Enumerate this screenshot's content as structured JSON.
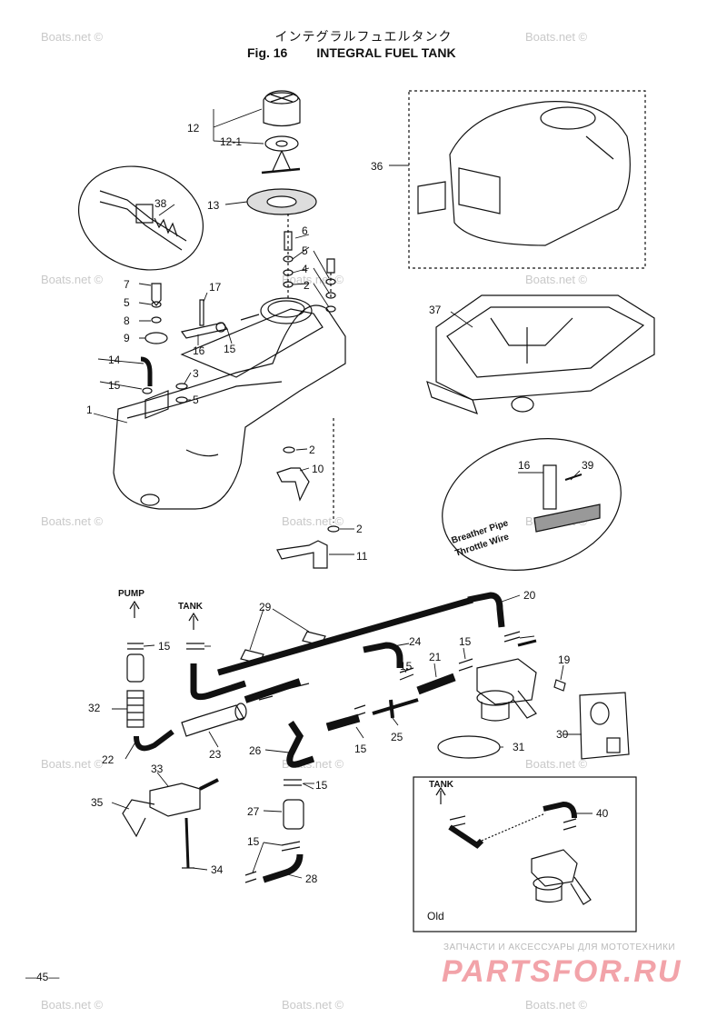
{
  "title": {
    "japanese": "インテグラルフュエルタンク",
    "fig": "Fig. 16",
    "name": "INTEGRAL FUEL TANK"
  },
  "watermark": "Boats.net ©",
  "callouts": {
    "n1": "1",
    "n2": "2",
    "n3": "3",
    "n4": "4",
    "n5": "5",
    "n6": "6",
    "n7": "7",
    "n8": "8",
    "n9": "9",
    "n10": "10",
    "n11": "11",
    "n12": "12",
    "n12_1": "12-1",
    "n13": "13",
    "n14": "14",
    "n15": "15",
    "n16": "16",
    "n17": "17",
    "n19": "19",
    "n20": "20",
    "n21": "21",
    "n22": "22",
    "n23": "23",
    "n24": "24",
    "n25": "25",
    "n26": "26",
    "n27": "27",
    "n28": "28",
    "n29": "29",
    "n30": "30",
    "n31": "31",
    "n32": "32",
    "n33": "33",
    "n34": "34",
    "n35": "35",
    "n36": "36",
    "n37": "37",
    "n38": "38",
    "n39": "39",
    "n40": "40"
  },
  "labels": {
    "pump": "PUMP",
    "tank": "TANK",
    "tank_old": "TANK",
    "breather": "Breather Pipe",
    "throttle": "Throttle Wire",
    "old": "Old"
  },
  "page_number": "—45—",
  "brand": {
    "tagline": "ЗАПЧАСТИ И АКСЕССУАРЫ ДЛЯ МОТОТЕХНИКИ",
    "name": "PARTSFOR.RU"
  },
  "colors": {
    "line": "#111111",
    "watermark": "#c9c9c9",
    "brand": "#f2a3a9"
  }
}
